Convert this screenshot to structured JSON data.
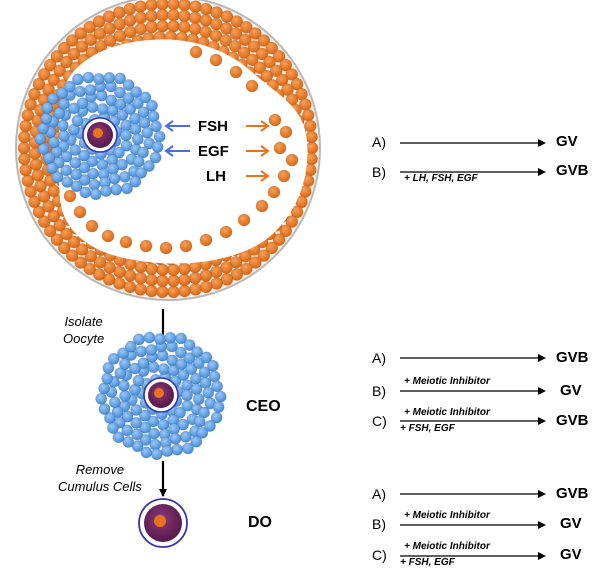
{
  "hormones": [
    "FSH",
    "EGF",
    "LH"
  ],
  "steps": {
    "isolate": "Isolate\nOocyte",
    "remove": "Remove\nCumulus Cells"
  },
  "stages": {
    "ceo": "CEO",
    "do": "DO"
  },
  "panels": [
    {
      "rows": [
        {
          "letter": "A)",
          "conditions": [],
          "result": "GV"
        },
        {
          "letter": "B)",
          "conditions": [
            "+ LH, FSH, EGF"
          ],
          "result": "GVB"
        }
      ]
    },
    {
      "rows": [
        {
          "letter": "A)",
          "conditions": [],
          "result": "GVB"
        },
        {
          "letter": "B)",
          "conditions": [
            "+ Meiotic Inhibitor"
          ],
          "result": "GV"
        },
        {
          "letter": "C)",
          "conditions": [
            "+ Meiotic Inhibitor",
            "+ FSH, EGF"
          ],
          "result": "GVB"
        }
      ]
    },
    {
      "rows": [
        {
          "letter": "A)",
          "conditions": [],
          "result": "GVB"
        },
        {
          "letter": "B)",
          "conditions": [
            "+ Meiotic Inhibitor"
          ],
          "result": "GV"
        },
        {
          "letter": "C)",
          "conditions": [
            "+ Meiotic Inhibitor",
            "+ FSH, EGF"
          ],
          "result": "GV"
        }
      ]
    }
  ],
  "colors": {
    "granulosa": "#e8731c",
    "cumulus": "#5aa0e6",
    "oocyte": "#6a1f5a",
    "nucleus": "#e8731c",
    "blue_arrow": "#4a6fd8",
    "orange_arrow": "#e8731c"
  }
}
